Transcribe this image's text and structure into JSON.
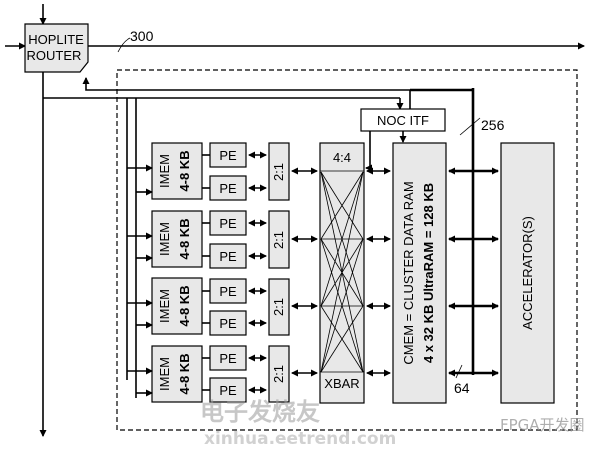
{
  "labels": {
    "router_line1": "HOPLITE",
    "router_line2": "ROUTER",
    "ref_300": "300",
    "ref_256": "256",
    "ref_64": "64",
    "noc_itf": "NOC ITF",
    "imem_line1": "IMEM",
    "imem_line2": "4-8 KB",
    "pe": "PE",
    "mux": "2:1",
    "xbar_top": "4:4",
    "xbar_bottom": "XBAR",
    "cmem_line1": "CMEM = CLUSTER DATA RAM",
    "cmem_line2": "4 x 32 KB UltraRAM = 128 KB",
    "accelerator": "ACCELERATOR(S)"
  },
  "watermark": {
    "text1": "电子发烧友",
    "text2": "FPGA开发圈",
    "text3": "xinhua.eetrend.com"
  },
  "colors": {
    "block_fill": "#e8e8e8",
    "line": "#000000",
    "watermark": "#9a9a9a"
  }
}
